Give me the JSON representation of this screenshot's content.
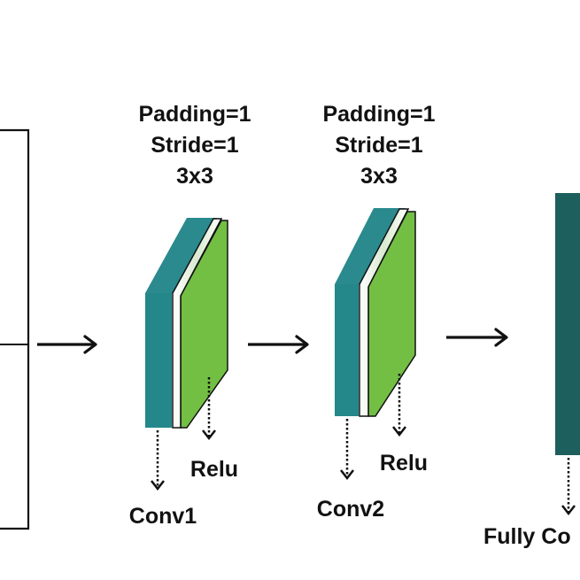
{
  "colors": {
    "teal_side": "#24878a",
    "teal_top": "#2a8a8d",
    "green_face": "#72bf44",
    "fc_block": "#1c5f5c",
    "line": "#111111"
  },
  "input_block": {
    "label": ""
  },
  "layers": [
    {
      "id": "conv1",
      "params": [
        "Padding=1",
        "Stride=1",
        "3x3"
      ],
      "conv_label": "Conv1",
      "activation_label": "Relu"
    },
    {
      "id": "conv2",
      "params": [
        "Padding=1",
        "Stride=1",
        "3x3"
      ],
      "conv_label": "Conv2",
      "activation_label": "Relu"
    }
  ],
  "fully_connected": {
    "label": "Fully Co"
  },
  "arrows": [
    "input-to-conv1",
    "conv1-to-conv2",
    "conv2-to-fc"
  ]
}
